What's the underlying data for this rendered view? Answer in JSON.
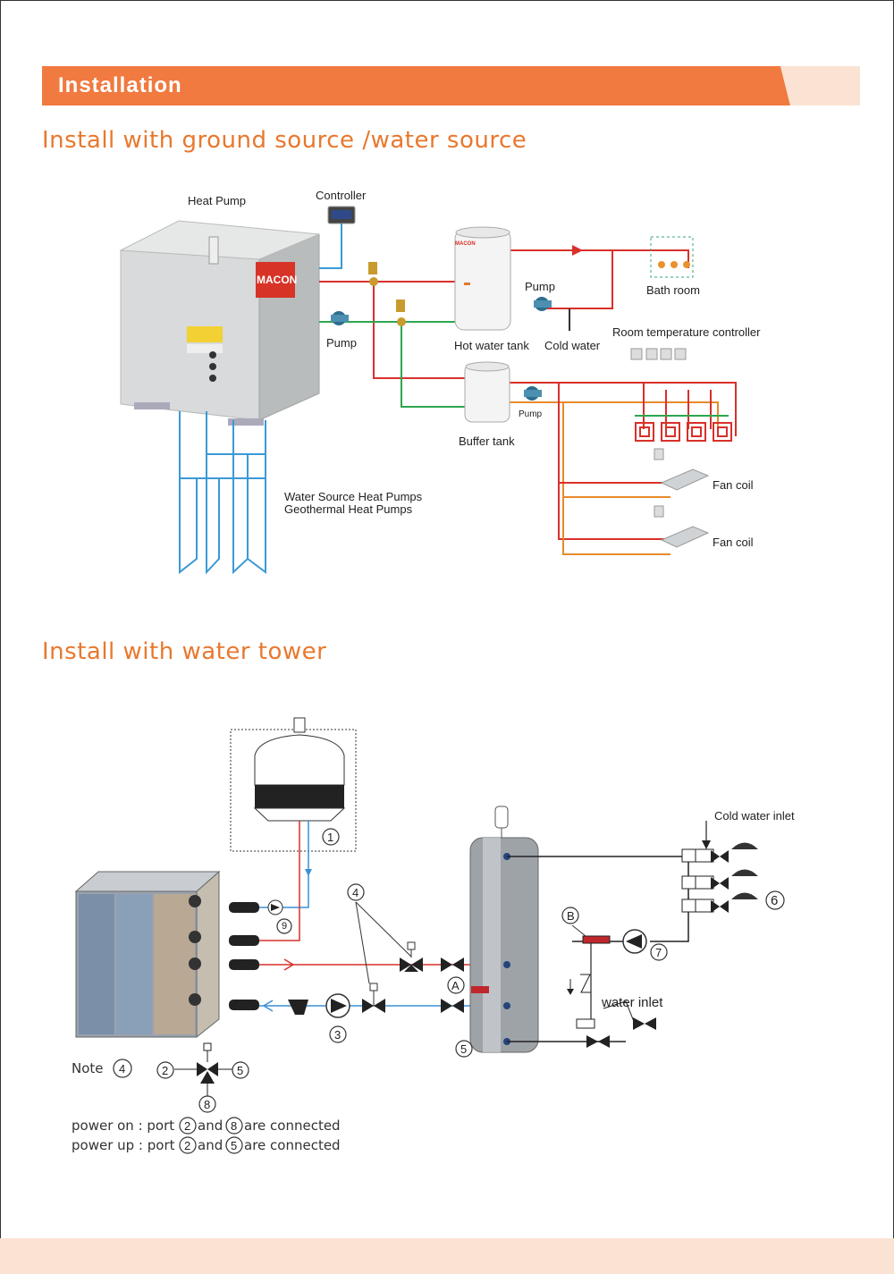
{
  "header": {
    "section_label": "Installation",
    "colors": {
      "accent": "#f07a40",
      "accent_light": "#fbe3d3",
      "title": "#e8782e"
    }
  },
  "diagram1": {
    "title": "Install with ground  source /water  source",
    "labels": {
      "heat_pump": "Heat Pump",
      "controller": "Controller",
      "brand": "MACON",
      "pump_left": "Pump",
      "hot_water_tank": "Hot water tank",
      "pump_top": "Pump",
      "cold_water": "Cold water",
      "bath_room": "Bath room",
      "room_temp_controller": "Room temperature controller",
      "pump_small": "Pump",
      "buffer_tank": "Buffer tank",
      "fan_coil_1": "Fan coil",
      "fan_coil_2": "Fan coil",
      "source_line1": "Water Source Heat Pumps",
      "source_line2": "Geothermal Heat Pumps"
    }
  },
  "diagram2": {
    "title": "Install with water tower",
    "labels": {
      "cold_water_inlet": "Cold water inlet",
      "water_inlet": "water inlet",
      "n1": "1",
      "n2": "2",
      "n3": "3",
      "n4": "4",
      "n5": "5",
      "n6": "6",
      "n7": "7",
      "n8": "8",
      "n9": "9",
      "A": "A",
      "B": "B"
    },
    "note": {
      "label": "Note",
      "ref": "4",
      "line1_prefix": "power on :  port",
      "line1_a": "2",
      "line1_mid": "and",
      "line1_b": "8",
      "line1_suffix": "are connected",
      "line2_prefix": "power up :  port",
      "line2_a": "2",
      "line2_mid": "and",
      "line2_b": "5",
      "line2_suffix": "are connected"
    }
  }
}
